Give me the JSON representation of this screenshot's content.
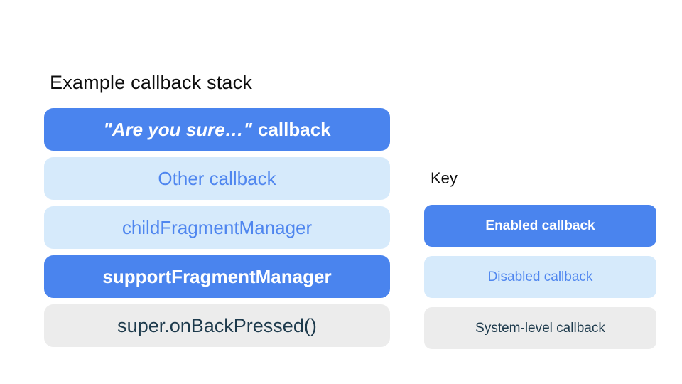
{
  "colors": {
    "enabled_fill": "#4a84ee",
    "enabled_text": "#ffffff",
    "disabled_fill": "#d6eafb",
    "disabled_text": "#4f86ef",
    "system_fill": "#ececec",
    "system_text": "#1d3a4c",
    "title_text": "#0d0d0d"
  },
  "stack": {
    "title": "Example callback stack",
    "items": [
      {
        "quote": "\"Are you sure…\"",
        "suffix": "callback",
        "type": "enabled"
      },
      {
        "label": "Other callback",
        "type": "disabled"
      },
      {
        "label": "childFragmentManager",
        "type": "disabled"
      },
      {
        "label": "supportFragmentManager",
        "type": "enabled"
      },
      {
        "label": "super.onBackPressed()",
        "type": "system"
      }
    ]
  },
  "key": {
    "title": "Key",
    "items": [
      {
        "label": "Enabled callback",
        "type": "enabled"
      },
      {
        "label": "Disabled callback",
        "type": "disabled"
      },
      {
        "label": "System-level callback",
        "type": "system"
      }
    ]
  }
}
